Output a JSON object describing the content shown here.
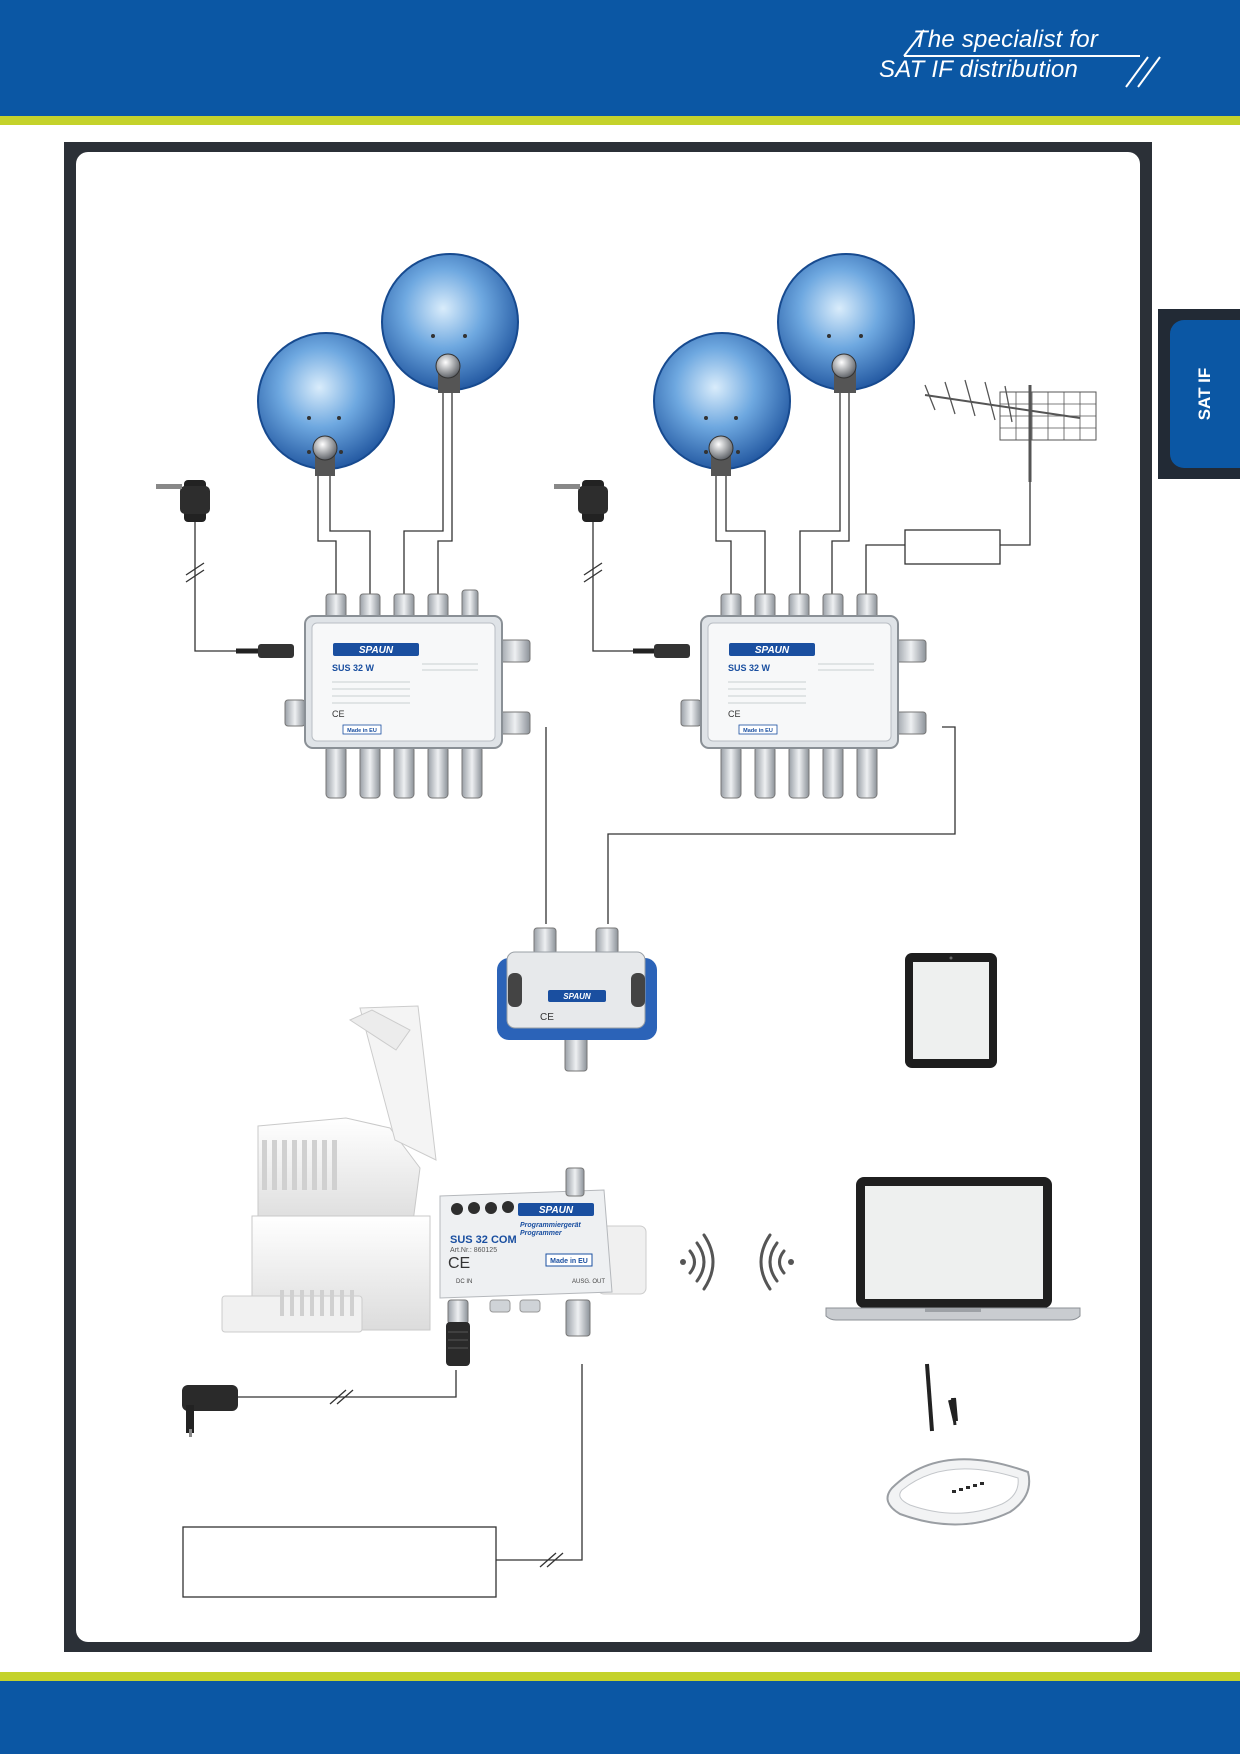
{
  "header": {
    "tagline_line1": "The specialist for",
    "tagline_line2": "SAT IF distribution"
  },
  "side_tab": {
    "label": "SAT IF"
  },
  "multiswitch_left": {
    "brand": "SPAUN",
    "model": "SUS 32 W",
    "made_in": "Made in EU"
  },
  "multiswitch_right": {
    "brand": "SPAUN",
    "model": "SUS 32 W",
    "made_in": "Made in EU"
  },
  "splitter": {
    "brand": "SPAUN"
  },
  "programmer": {
    "brand": "SPAUN",
    "model": "SUS 32 COM",
    "art_nr": "Art.Nr.: 860125",
    "subtitle_de": "Programmiergerät",
    "subtitle_en": "Programmer",
    "made_in": "Made in EU",
    "dc_in": "DC IN",
    "ausg_out": "AUSG. OUT"
  },
  "colors": {
    "header_blue": "#0b57a4",
    "accent_lime": "#c4d22b",
    "frame_dark": "#2b3037",
    "dish_blue": "#1f5fae"
  }
}
